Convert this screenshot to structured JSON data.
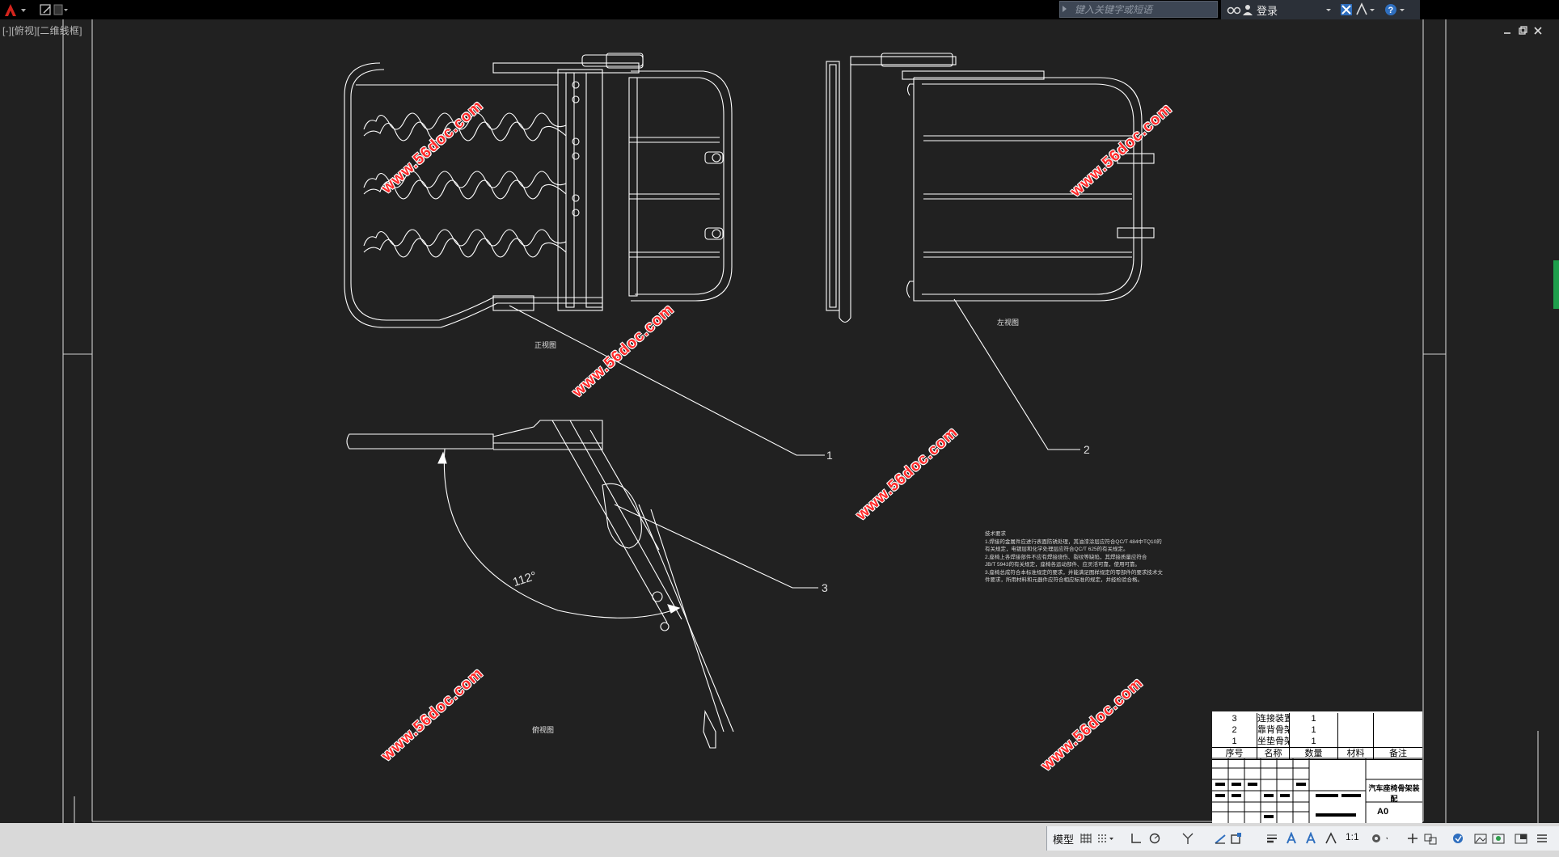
{
  "window": {
    "search_placeholder": "键入关键字或短语",
    "login_label": "登录",
    "viewport_label": "[-][俯视][二维线框]"
  },
  "drawing": {
    "view_labels": {
      "front": "正视图",
      "left": "左视图",
      "side": "俯视图"
    },
    "angle_label": "112°",
    "balloons": [
      "1",
      "2",
      "3"
    ],
    "notes": {
      "title": "技术要求",
      "lines": [
        "1.焊接的金属件应进行表面防锈处理，其油漆涂层应符合QC/T 484中TQ10的",
        "  有关规定，电镀层和化学处理层应符合QC/T 625的有关规定。",
        "2.座椅上各焊接部件不应有焊接烧伤、裂纹等缺陷，其焊接质量应符合",
        "  JB/T 5943的有关规定，座椅各运动部件、应灵活可靠，使用可靠。",
        "3.座椅总成符合本标准规定的要求，并能满足图样规定的零部件的要求技术文",
        "  件要求，所用材料和元器件应符合相应标准的规定，并经检验合格。"
      ]
    },
    "watermark": "www.56doc.com"
  },
  "title_block": {
    "bom_rows": [
      {
        "no": "3",
        "name": "连接装置",
        "qty": "1"
      },
      {
        "no": "2",
        "name": "靠背骨架",
        "qty": "1"
      },
      {
        "no": "1",
        "name": "坐垫骨架",
        "qty": "1"
      }
    ],
    "header": {
      "no": "序号",
      "name": "名称",
      "qty": "数量",
      "material": "材料",
      "remark": "备注"
    },
    "title": "汽车座椅骨架装配",
    "sheet": "A0"
  },
  "statusbar": {
    "model_label": "模型",
    "scale_label": "1:1"
  },
  "colors": {
    "background": "#212121",
    "line": "#ffffff",
    "watermark": "#ff2a2a",
    "statusbar": "#d9d9d9"
  }
}
